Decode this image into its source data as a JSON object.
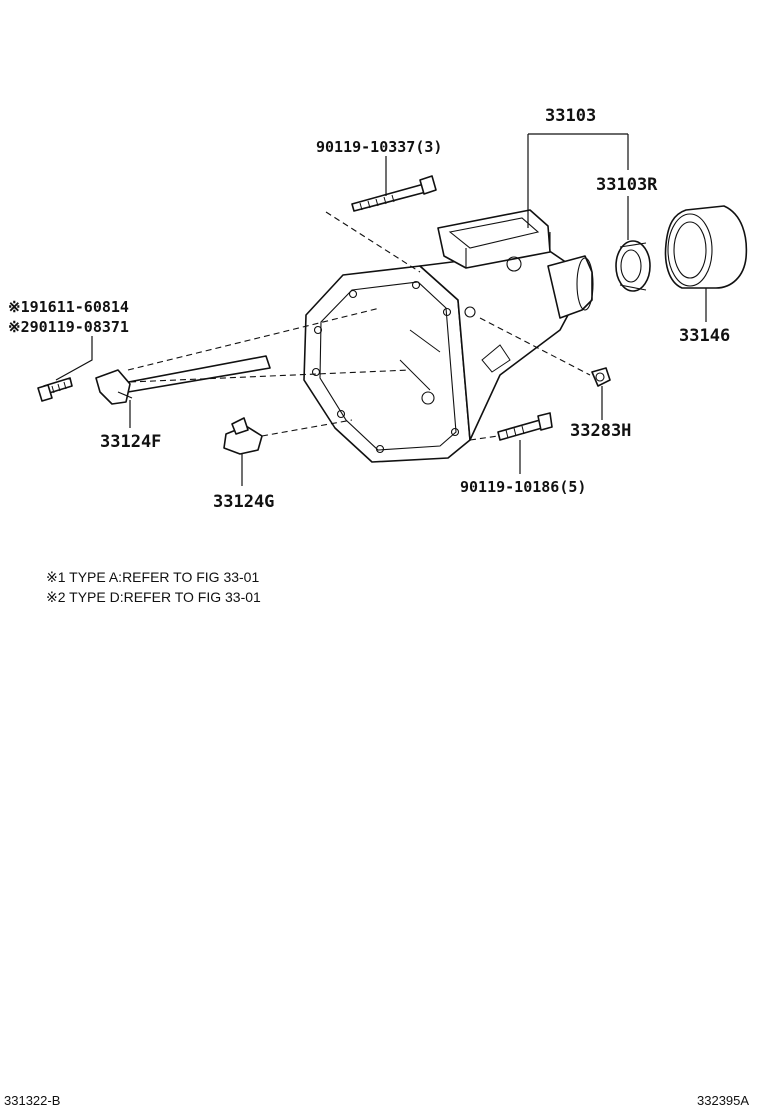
{
  "diagram": {
    "labels": {
      "case_assembly": "33103",
      "bolt_top": "90119-10337(3)",
      "oil_seal": "33103R",
      "dust_cover": "33146",
      "ref_note_1": "※191611-60814",
      "ref_note_2": "※290119-08371",
      "shift_lever": "33124F",
      "breather_plug": "33283H",
      "shift_fork": "33124G",
      "bolt_bottom": "90119-10186(5)"
    },
    "footnotes": [
      "※1 TYPE A:REFER TO FIG 33-01",
      "※2 TYPE D:REFER TO FIG 33-01"
    ],
    "footer": {
      "left_code": "331322-B",
      "right_code": "332395A"
    }
  }
}
